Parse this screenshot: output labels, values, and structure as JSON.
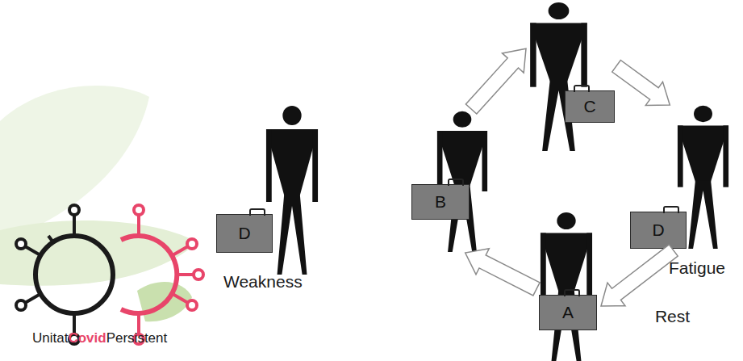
{
  "diagram": {
    "nodes": [
      {
        "text": [
          "D"
        ]
      },
      {
        "text": [
          "B"
        ]
      },
      {
        "text": [
          "C"
        ]
      },
      {
        "text": [
          "D"
        ]
      },
      {
        "text": [
          "A"
        ]
      }
    ],
    "edges": [
      {
        "from": 1,
        "to": 2,
        "arrow": "to"
      },
      {
        "from": 2,
        "to": 3,
        "arrow": "to"
      },
      {
        "from": 3,
        "to": 4,
        "label": "Rest",
        "arrow": "to"
      },
      {
        "from": 4,
        "to": 1,
        "arrow": "to"
      }
    ],
    "labels": [
      "Weakness",
      "Fatigue",
      "Unitat",
      "Covid",
      "Persistent"
    ]
  }
}
